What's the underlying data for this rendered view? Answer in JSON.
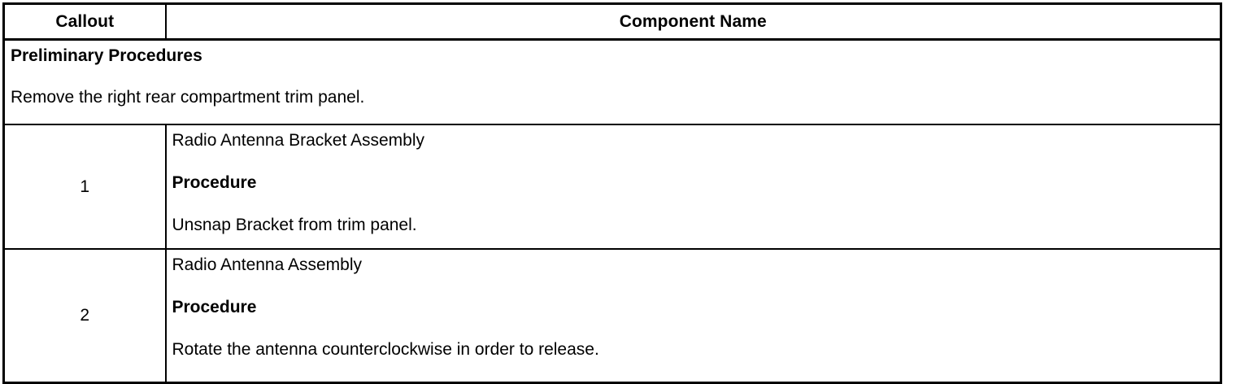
{
  "table": {
    "columns": [
      {
        "key": "callout",
        "label": "Callout",
        "align": "center"
      },
      {
        "key": "component_name",
        "label": "Component Name",
        "align": "center"
      }
    ],
    "preliminary": {
      "title": "Preliminary Procedures",
      "body": "Remove the right rear compartment trim panel."
    },
    "rows": [
      {
        "callout": "1",
        "name": "Radio Antenna Bracket Assembly",
        "procedure_label": "Procedure",
        "procedure_text": "Unsnap Bracket from trim panel."
      },
      {
        "callout": "2",
        "name": "Radio Antenna Assembly",
        "procedure_label": "Procedure",
        "procedure_text": "Rotate the antenna counterclockwise in order to release."
      }
    ]
  },
  "colors": {
    "border": "#000000",
    "text": "#000000",
    "background": "#ffffff"
  }
}
